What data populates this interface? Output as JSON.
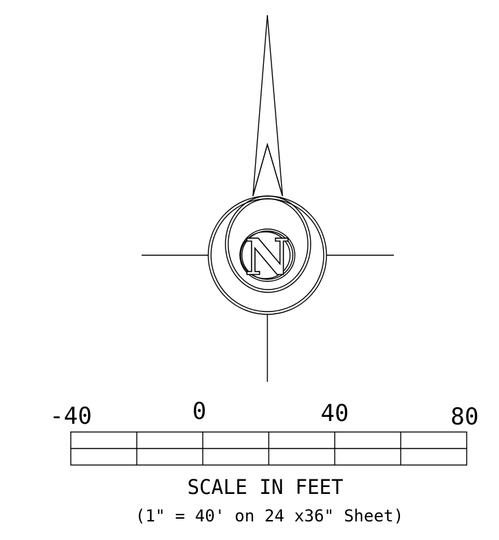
{
  "north_arrow": {
    "letter": "N"
  },
  "scale_bar": {
    "tick_labels": [
      "-40",
      "0",
      "40",
      "80"
    ],
    "divisions": 6,
    "title": "SCALE IN FEET",
    "note": "(1\" = 40' on 24 x36\" Sheet)"
  },
  "colors": {
    "ink": "#000000",
    "background": "#ffffff"
  }
}
